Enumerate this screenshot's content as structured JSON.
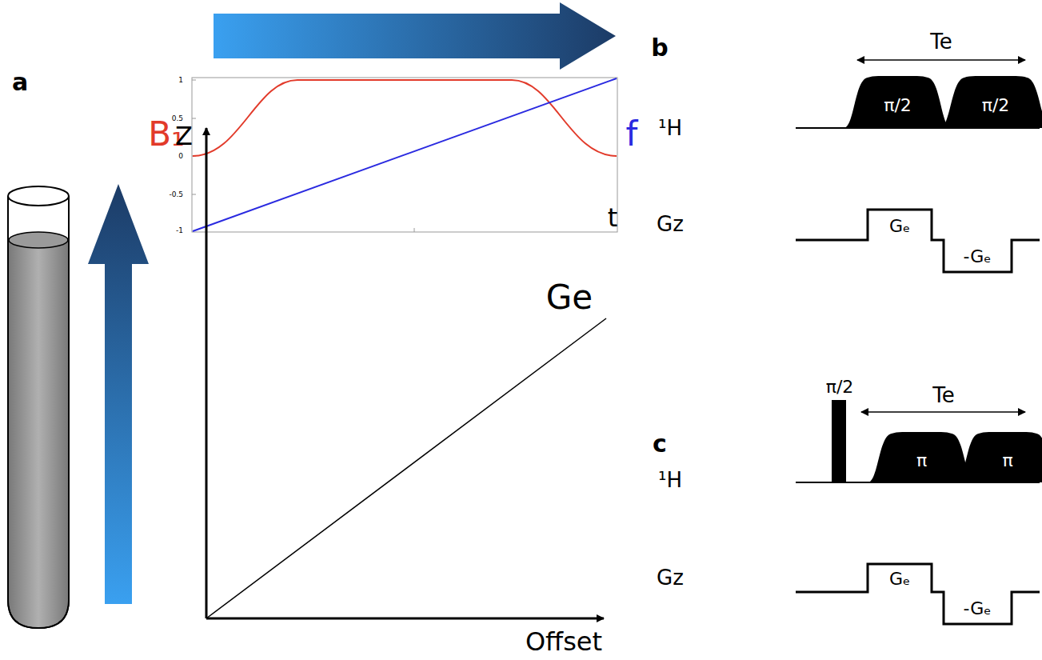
{
  "diagram": {
    "nodes": [
      {
        "text": [
          "π/2"
        ]
      },
      {
        "text": [
          "π/2"
        ]
      },
      {
        "text": [
          "π"
        ]
      },
      {
        "text": [
          "π"
        ]
      }
    ],
    "labels": [
      "a",
      "B₁",
      "f",
      "1",
      "0.5",
      "0",
      "-0.5",
      "-1",
      "t",
      "Z",
      "Ge",
      "Offset",
      "b",
      "Te",
      "¹H",
      "Gz",
      "Gₑ",
      "-Gₑ",
      "c",
      "π/2",
      "Te",
      "¹H",
      "Gz",
      "Gₑ",
      "-Gₑ"
    ]
  }
}
